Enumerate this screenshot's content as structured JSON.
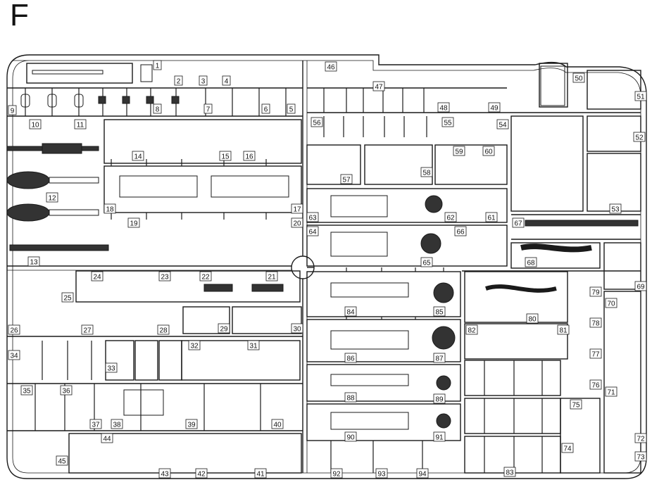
{
  "sprue": {
    "letter": "F"
  },
  "parts": [
    {
      "id": "1",
      "label": "1"
    },
    {
      "id": "2",
      "label": "2"
    },
    {
      "id": "3",
      "label": "3"
    },
    {
      "id": "4",
      "label": "4"
    },
    {
      "id": "5",
      "label": "5"
    },
    {
      "id": "6",
      "label": "6"
    },
    {
      "id": "7",
      "label": "7"
    },
    {
      "id": "8",
      "label": "8"
    },
    {
      "id": "9",
      "label": "9"
    },
    {
      "id": "10",
      "label": "10"
    },
    {
      "id": "11",
      "label": "11"
    },
    {
      "id": "12",
      "label": "12"
    },
    {
      "id": "13",
      "label": "13"
    },
    {
      "id": "14",
      "label": "14"
    },
    {
      "id": "15",
      "label": "15"
    },
    {
      "id": "16",
      "label": "16"
    },
    {
      "id": "17",
      "label": "17"
    },
    {
      "id": "18",
      "label": "18"
    },
    {
      "id": "19",
      "label": "19"
    },
    {
      "id": "20",
      "label": "20"
    },
    {
      "id": "21",
      "label": "21"
    },
    {
      "id": "22",
      "label": "22"
    },
    {
      "id": "23",
      "label": "23"
    },
    {
      "id": "24",
      "label": "24"
    },
    {
      "id": "25",
      "label": "25"
    },
    {
      "id": "26",
      "label": "26"
    },
    {
      "id": "27",
      "label": "27"
    },
    {
      "id": "28",
      "label": "28"
    },
    {
      "id": "29",
      "label": "29"
    },
    {
      "id": "30",
      "label": "30"
    },
    {
      "id": "31",
      "label": "31"
    },
    {
      "id": "32",
      "label": "32"
    },
    {
      "id": "33",
      "label": "33"
    },
    {
      "id": "34",
      "label": "34"
    },
    {
      "id": "35",
      "label": "35"
    },
    {
      "id": "36",
      "label": "36"
    },
    {
      "id": "37",
      "label": "37"
    },
    {
      "id": "38",
      "label": "38"
    },
    {
      "id": "39",
      "label": "39"
    },
    {
      "id": "40",
      "label": "40"
    },
    {
      "id": "41",
      "label": "41"
    },
    {
      "id": "42",
      "label": "42"
    },
    {
      "id": "43",
      "label": "43"
    },
    {
      "id": "44",
      "label": "44"
    },
    {
      "id": "45",
      "label": "45"
    },
    {
      "id": "46",
      "label": "46"
    },
    {
      "id": "47",
      "label": "47"
    },
    {
      "id": "48",
      "label": "48"
    },
    {
      "id": "49",
      "label": "49"
    },
    {
      "id": "50",
      "label": "50"
    },
    {
      "id": "51",
      "label": "51"
    },
    {
      "id": "52",
      "label": "52"
    },
    {
      "id": "53",
      "label": "53"
    },
    {
      "id": "54",
      "label": "54"
    },
    {
      "id": "55",
      "label": "55"
    },
    {
      "id": "56",
      "label": "56"
    },
    {
      "id": "57",
      "label": "57"
    },
    {
      "id": "58",
      "label": "58"
    },
    {
      "id": "59",
      "label": "59"
    },
    {
      "id": "60",
      "label": "60"
    },
    {
      "id": "61",
      "label": "61"
    },
    {
      "id": "62",
      "label": "62"
    },
    {
      "id": "63",
      "label": "63"
    },
    {
      "id": "64",
      "label": "64"
    },
    {
      "id": "65",
      "label": "65"
    },
    {
      "id": "66",
      "label": "66"
    },
    {
      "id": "67",
      "label": "67"
    },
    {
      "id": "68",
      "label": "68"
    },
    {
      "id": "69",
      "label": "69"
    },
    {
      "id": "70",
      "label": "70"
    },
    {
      "id": "71",
      "label": "71"
    },
    {
      "id": "72",
      "label": "72"
    },
    {
      "id": "73",
      "label": "73"
    },
    {
      "id": "74",
      "label": "74"
    },
    {
      "id": "75",
      "label": "75"
    },
    {
      "id": "76",
      "label": "76"
    },
    {
      "id": "77",
      "label": "77"
    },
    {
      "id": "78",
      "label": "78"
    },
    {
      "id": "79",
      "label": "79"
    },
    {
      "id": "80",
      "label": "80"
    },
    {
      "id": "81",
      "label": "81"
    },
    {
      "id": "82",
      "label": "82"
    },
    {
      "id": "83",
      "label": "83"
    },
    {
      "id": "84",
      "label": "84"
    },
    {
      "id": "85",
      "label": "85"
    },
    {
      "id": "86",
      "label": "86"
    },
    {
      "id": "87",
      "label": "87"
    },
    {
      "id": "88",
      "label": "88"
    },
    {
      "id": "89",
      "label": "89"
    },
    {
      "id": "90",
      "label": "90"
    },
    {
      "id": "91",
      "label": "91"
    },
    {
      "id": "92",
      "label": "92"
    },
    {
      "id": "93",
      "label": "93"
    },
    {
      "id": "94",
      "label": "94"
    }
  ],
  "colors": {
    "line": "#1a1a1a",
    "part": "#333333",
    "background": "#ffffff"
  }
}
